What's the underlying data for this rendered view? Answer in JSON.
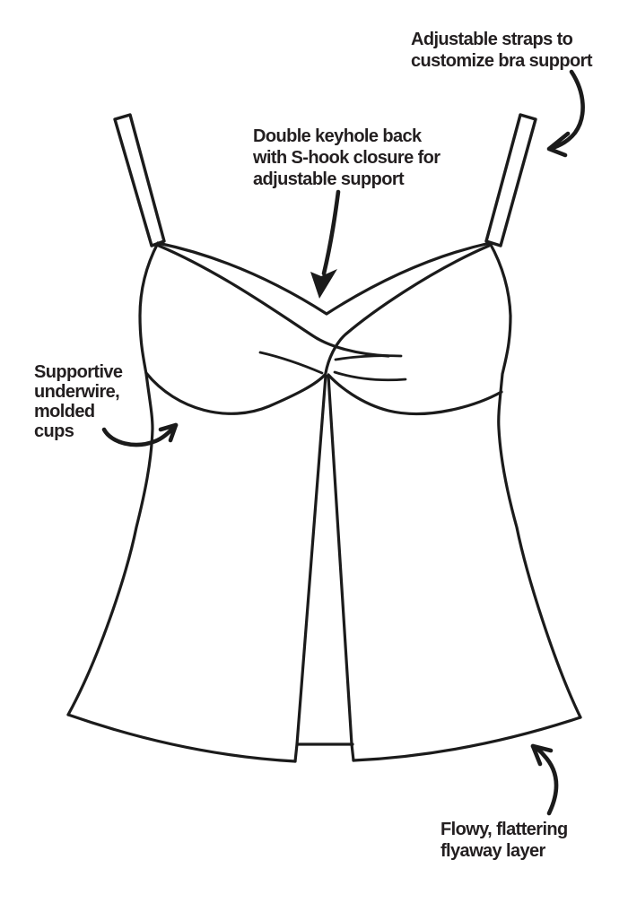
{
  "title": "Flyaway tankini top feature diagram",
  "colors": {
    "background": "#ffffff",
    "line": "#1b1b1b",
    "text": "#231f20"
  },
  "drawing": {
    "subject": "flyaway-tankini-top-line-drawing",
    "parts": [
      "left-strap",
      "right-strap",
      "twisted-neckline-band",
      "molded-cups",
      "center-front-slit",
      "flared-flyaway-panels",
      "inner-layer-hem"
    ]
  },
  "annotations": {
    "straps": {
      "text": "Adjustable straps to\ncustomize bra support"
    },
    "keyhole": {
      "text": "Double keyhole back\nwith S-hook closure for\nadjustable support"
    },
    "cups": {
      "text": "Supportive\nunderwire,\nmolded\ncups"
    },
    "flyaway": {
      "text": "Flowy, flattering\nflyaway layer"
    }
  }
}
